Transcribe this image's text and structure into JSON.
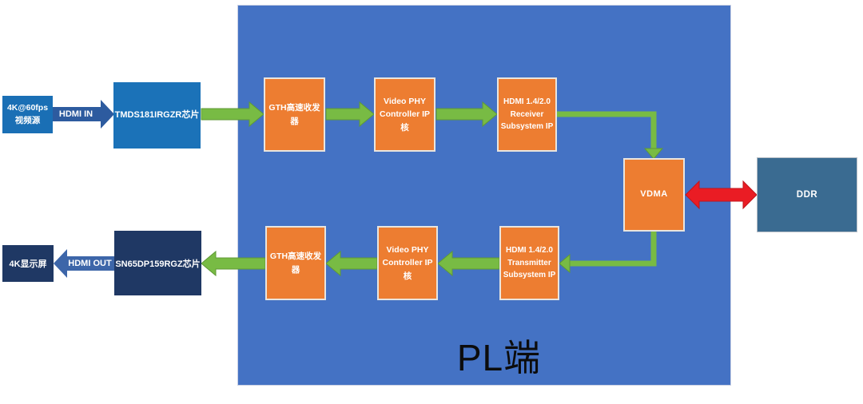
{
  "pl_region": {
    "label": "PL端"
  },
  "nodes": {
    "video_source": {
      "label": "4K@60fps\n视频源"
    },
    "tmds_chip": {
      "label": "TMDS181IRGZR芯片"
    },
    "gth_rx": {
      "label": "GTH高速收发\n器"
    },
    "video_phy_rx": {
      "label": "Video PHY\nController IP核"
    },
    "hdmi_rx": {
      "label": "HDMI 1.4/2.0\nReceiver\nSubsystem IP"
    },
    "vdma": {
      "label": "VDMA"
    },
    "ddr": {
      "label": "DDR"
    },
    "hdmi_tx": {
      "label": "HDMI 1.4/2.0\nTransmitter\nSubsystem IP"
    },
    "video_phy_tx": {
      "label": "Video PHY\nController IP核"
    },
    "gth_tx": {
      "label": "GTH高速收发\n器"
    },
    "sn65_chip": {
      "label": "SN65DP159RGZ芯片"
    },
    "display": {
      "label": "4K显示屏"
    }
  },
  "connections": {
    "hdmi_in": {
      "label": "HDMI IN"
    },
    "hdmi_out": {
      "label": "HDMI OUT"
    }
  },
  "colors": {
    "pl_region_blue": "#4472c4",
    "ip_block_orange": "#ed7d31",
    "flow_arrow_green": "#78bb44",
    "memory_arrow_red": "#ea1c24",
    "chip_blue": "#1b72b8",
    "source_blue": "#1a6fb5",
    "display_navy": "#1f3864",
    "ddr_steel_blue": "#3a6b91",
    "hdmi_in_arrow_blue": "#2d5b9f",
    "hdmi_out_arrow_blue": "#3d66a9"
  }
}
